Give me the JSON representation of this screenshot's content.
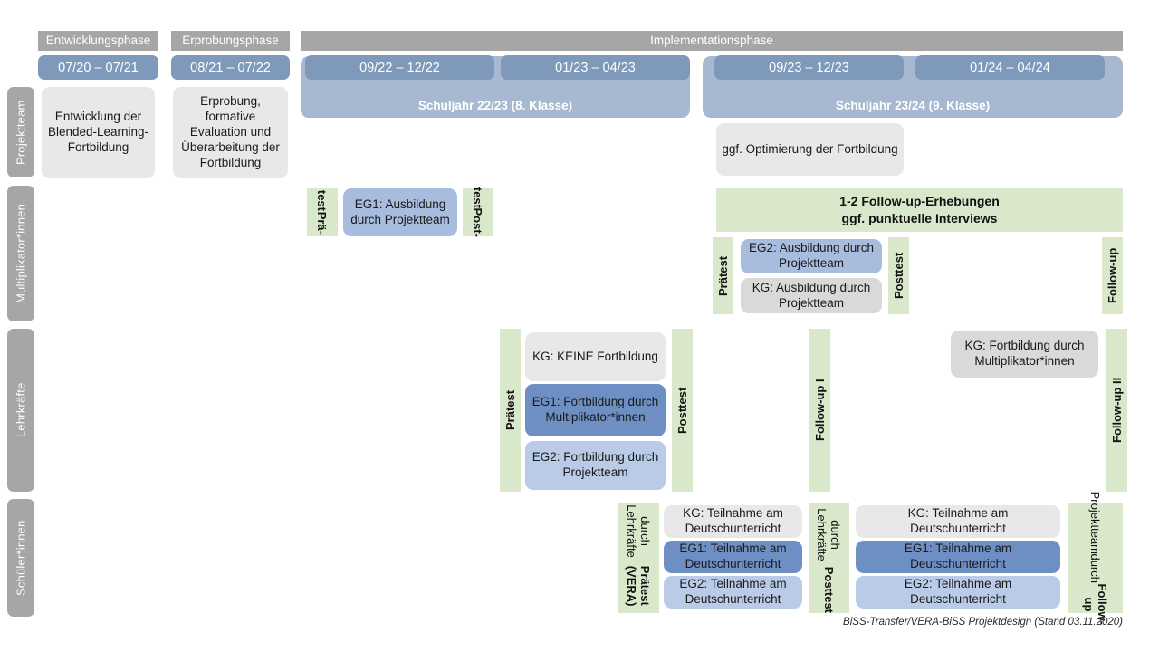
{
  "footer": {
    "note": "BiSS-Transfer/VERA-BiSS Projektdesign (Stand 03.11.2020)"
  },
  "colors": {
    "header_gray": "#a6a6a6",
    "date_blue": "#7e99ba",
    "school_band": "#a8b8d0",
    "green": "#d9e8cb",
    "gray_card": "#e8e8e8",
    "gray_card_alt": "#d9d9d9",
    "eg1_blue": "#6d8fc4",
    "eg2_blue": "#b9cbe6",
    "mid_blue": "#a8bcdd"
  },
  "phases": [
    {
      "label": "Entwicklungsphase"
    },
    {
      "label": "Erprobungsphase"
    },
    {
      "label": "Implementationsphase"
    }
  ],
  "date_bars": [
    {
      "label": "07/20 – 07/21"
    },
    {
      "label": "08/21 – 07/22"
    },
    {
      "label": "09/22 – 12/22"
    },
    {
      "label": "01/23 – 04/23"
    },
    {
      "label": "09/23 – 12/23"
    },
    {
      "label": "01/24 – 04/24"
    }
  ],
  "school_years": [
    {
      "label": "Schuljahr 22/23 (8. Klasse)"
    },
    {
      "label": "Schuljahr 23/24 (9. Klasse)"
    }
  ],
  "rows": [
    {
      "label": "Projektteam"
    },
    {
      "label": "Multiplikator*innen"
    },
    {
      "label": "Lehrkräfte"
    },
    {
      "label": "Schüler*innen"
    }
  ],
  "projektteam": {
    "entwicklung": "Entwicklung der Blended-Learning-Fortbildung",
    "erprobung": "Erprobung, formative Evaluation und Überarbeitung der Fortbildung",
    "optimierung": "ggf. Optimierung der Fortbildung"
  },
  "multiplikatoren": {
    "praetest_line1": "Prä-",
    "praetest_line2": "test",
    "posttest_line1": "Post-",
    "posttest_line2": "test",
    "eg1": "EG1: Ausbildung durch Projektteam",
    "followup_band_line1": "1-2 Follow-up-Erhebungen",
    "followup_band_line2": "ggf. punktuelle Interviews",
    "praetest2": "Prätest",
    "posttest2": "Posttest",
    "eg2": "EG2:  Ausbildung durch Projektteam",
    "kg": "KG: Ausbildung durch Projektteam",
    "followup": "Follow-up"
  },
  "lehrkraefte": {
    "praetest": "Prätest",
    "posttest": "Posttest",
    "kg_keine": "KG:  KEINE Fortbildung",
    "eg1": "EG1: Fortbildung durch Multiplikator*innen",
    "eg2": "EG2: Fortbildung durch Projektteam",
    "followup1": "Follow-up I",
    "followup2": "Follow-up II",
    "kg_multi": "KG: Fortbildung durch Multiplikator*innen"
  },
  "schueler": {
    "praetest_main": "Prätest (VERA)",
    "praetest_sub": "durch Lehrkräfte",
    "posttest_main": "Posttest",
    "posttest_sub": "durch Lehrkräfte",
    "followup_main": "Follow-up",
    "followup_sub1": "durch",
    "followup_sub2": "Projektteam",
    "kg_left": "KG: Teilnahme am Deutschunterricht",
    "eg1_left": "EG1: Teilnahme am Deutschunterricht",
    "eg2_left": "EG2: Teilnahme am Deutschunterricht",
    "kg_right": "KG: Teilnahme am Deutschunterricht",
    "eg1_right": "EG1: Teilnahme am Deutschunterricht",
    "eg2_right": "EG2: Teilnahme am Deutschunterricht"
  }
}
